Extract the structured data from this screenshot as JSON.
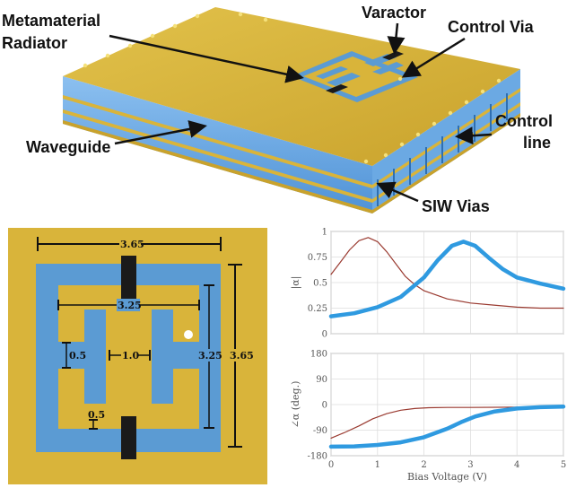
{
  "labels": {
    "metamaterial_radiator_line1": "Metamaterial",
    "metamaterial_radiator_line2": "Radiator",
    "varactor": "Varactor",
    "control_via": "Control Via",
    "control_line_line1": "Control",
    "control_line_line2": "line",
    "waveguide": "Waveguide",
    "siw_vias": "SIW Vias"
  },
  "dimensions": {
    "outer_width": "3.65",
    "outer_height": "3.65",
    "inner_width": "3.25",
    "inner_height": "3.25",
    "gap": "1.0",
    "arm_width": "0.5",
    "bottom_gap": "0.5"
  },
  "colors": {
    "gold": "#d9b43a",
    "blue": "#5b9bd3",
    "thick_series": "#2f9ae0",
    "thin_series": "#9a3a30"
  },
  "chart_data": [
    {
      "type": "line",
      "ylabel": "|α|",
      "xlim": [
        0,
        5
      ],
      "ylim": [
        0,
        1
      ],
      "yticks": [
        "0",
        "0.25",
        "0.5",
        "0.75",
        "1"
      ],
      "xticks": [
        "0",
        "1",
        "2",
        "3",
        "4",
        "5"
      ],
      "grid": true,
      "series": [
        {
          "style": "thin",
          "x": [
            0,
            0.2,
            0.4,
            0.6,
            0.8,
            1.0,
            1.2,
            1.4,
            1.6,
            1.8,
            2.0,
            2.5,
            3.0,
            3.5,
            4.0,
            4.5,
            5.0
          ],
          "y": [
            0.58,
            0.7,
            0.82,
            0.91,
            0.94,
            0.9,
            0.8,
            0.68,
            0.56,
            0.48,
            0.42,
            0.34,
            0.3,
            0.28,
            0.26,
            0.25,
            0.25
          ]
        },
        {
          "style": "thick",
          "x": [
            0,
            0.5,
            1.0,
            1.5,
            2.0,
            2.3,
            2.6,
            2.85,
            3.1,
            3.4,
            3.7,
            4.0,
            4.5,
            5.0
          ],
          "y": [
            0.17,
            0.2,
            0.26,
            0.36,
            0.55,
            0.72,
            0.86,
            0.9,
            0.86,
            0.74,
            0.63,
            0.55,
            0.49,
            0.44
          ]
        }
      ]
    },
    {
      "type": "line",
      "ylabel": "∠α (deg.)",
      "xlabel": "Bias Voltage (V)",
      "xlim": [
        0,
        5
      ],
      "ylim": [
        -180,
        180
      ],
      "yticks": [
        "-180",
        "-90",
        "0",
        "90",
        "180"
      ],
      "xticks": [
        "0",
        "1",
        "2",
        "3",
        "4",
        "5"
      ],
      "grid": true,
      "series": [
        {
          "style": "thin",
          "x": [
            0,
            0.3,
            0.6,
            0.9,
            1.2,
            1.5,
            1.8,
            2.1,
            2.5,
            3.0,
            4.0,
            5.0
          ],
          "y": [
            -118,
            -98,
            -75,
            -50,
            -32,
            -20,
            -14,
            -11,
            -10,
            -10,
            -9,
            -9
          ]
        },
        {
          "style": "thick",
          "x": [
            0,
            0.5,
            1.0,
            1.5,
            2.0,
            2.5,
            2.8,
            3.1,
            3.5,
            4.0,
            4.5,
            5.0
          ],
          "y": [
            -148,
            -147,
            -142,
            -133,
            -115,
            -85,
            -62,
            -42,
            -25,
            -14,
            -9,
            -7
          ]
        }
      ]
    }
  ]
}
